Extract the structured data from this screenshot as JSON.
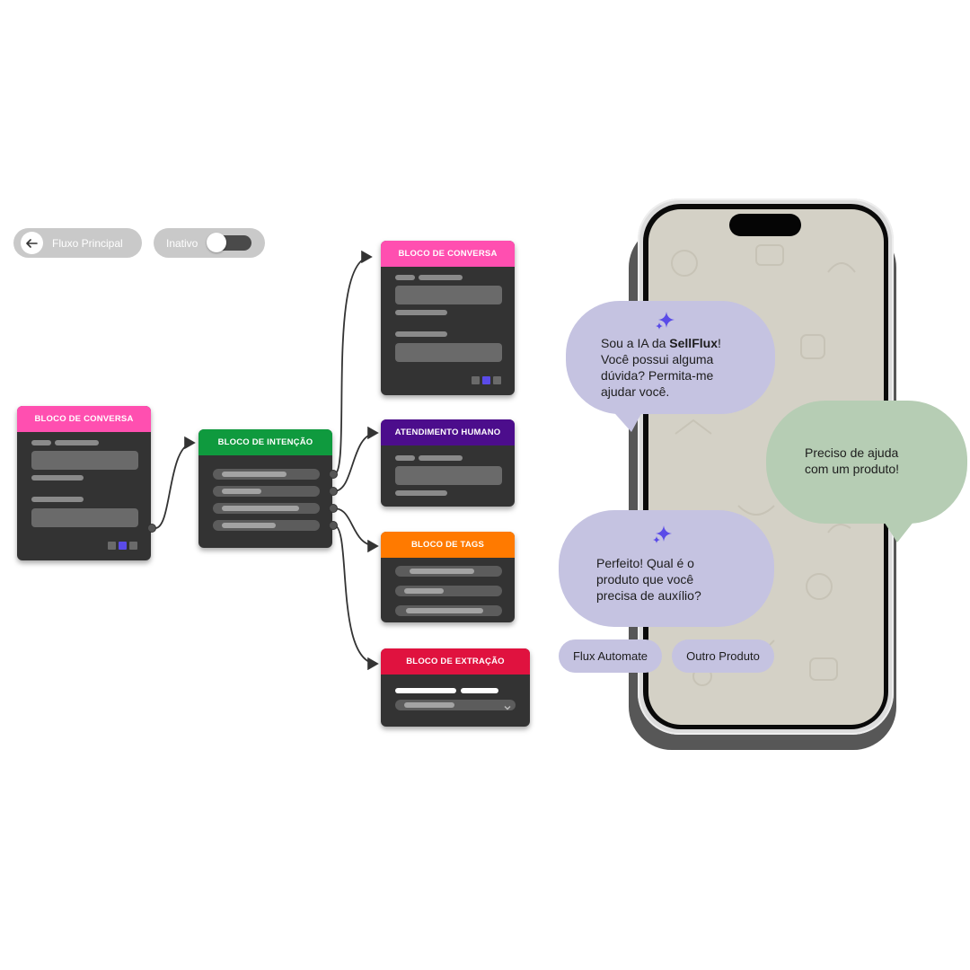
{
  "controls": {
    "back_label": "Fluxo Principal",
    "status_label": "Inativo"
  },
  "blocks": {
    "conversa_left": "BLOCO DE CONVERSA",
    "intencao": "BLOCO DE INTENÇÃO",
    "conversa_top": "BLOCO DE CONVERSA",
    "humano": "ATENDIMENTO HUMANO",
    "tags": "BLOCO DE TAGS",
    "extracao": "BLOCO DE EXTRAÇÃO"
  },
  "colors": {
    "conversa": "#ff4fb0",
    "intencao": "#0f9a3e",
    "humano": "#4c0d8c",
    "tags": "#ff7a00",
    "extracao": "#e0123f",
    "ai_bubble": "#c5c3e1",
    "user_bubble": "#b6cdb4",
    "sparkle": "#5a4be8"
  },
  "chat": {
    "ai1_pre": "Sou a IA da ",
    "ai1_brand": "SellFlux",
    "ai1_post_1": "!",
    "ai1_line2": "Você possui alguma",
    "ai1_line3": "dúvida? Permita-me",
    "ai1_line4": "ajudar você.",
    "user_line1": "Preciso de ajuda",
    "user_line2": "com um produto!",
    "ai2_line1": "Perfeito! Qual é o",
    "ai2_line2": "produto que você",
    "ai2_line3": "precisa de auxílio?",
    "option1": "Flux Automate",
    "option2": "Outro Produto"
  },
  "icons": {
    "back": "arrow-left-icon",
    "sparkle": "sparkle-icon",
    "chevron": "chevron-down-icon"
  }
}
